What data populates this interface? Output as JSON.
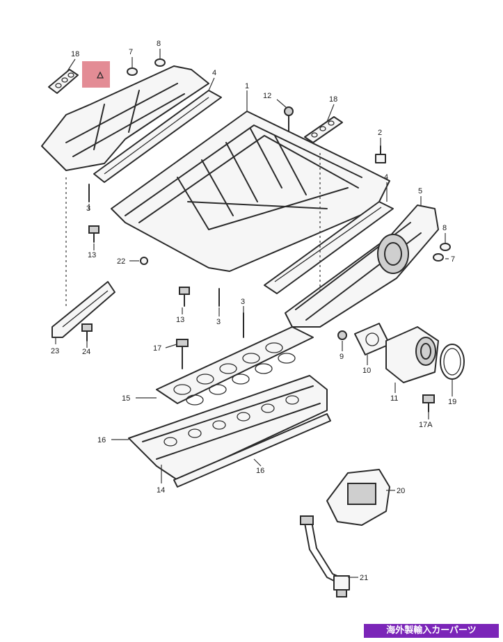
{
  "callouts": {
    "c18a": "18",
    "c7a": "7",
    "c8a": "8",
    "c4a": "4",
    "c1": "1",
    "c12": "12",
    "c18b": "18",
    "c2": "2",
    "c4b": "4",
    "c3a": "3",
    "c13a": "13",
    "c22": "22",
    "c5": "5",
    "c8b": "8",
    "c7b": "7",
    "c13b": "13",
    "c3b": "3",
    "c3c": "3",
    "c23": "23",
    "c24": "24",
    "c17": "17",
    "c9": "9",
    "c10": "10",
    "c11": "11",
    "c19": "19",
    "c15": "15",
    "c16a": "16",
    "c16b": "16",
    "c17a": "17A",
    "c14": "14",
    "c20": "20",
    "c21": "21"
  },
  "highlight_color": "#e07f8a",
  "watermark": {
    "text": "海外製輸入カーパーツ",
    "background": "#7b25b8"
  }
}
